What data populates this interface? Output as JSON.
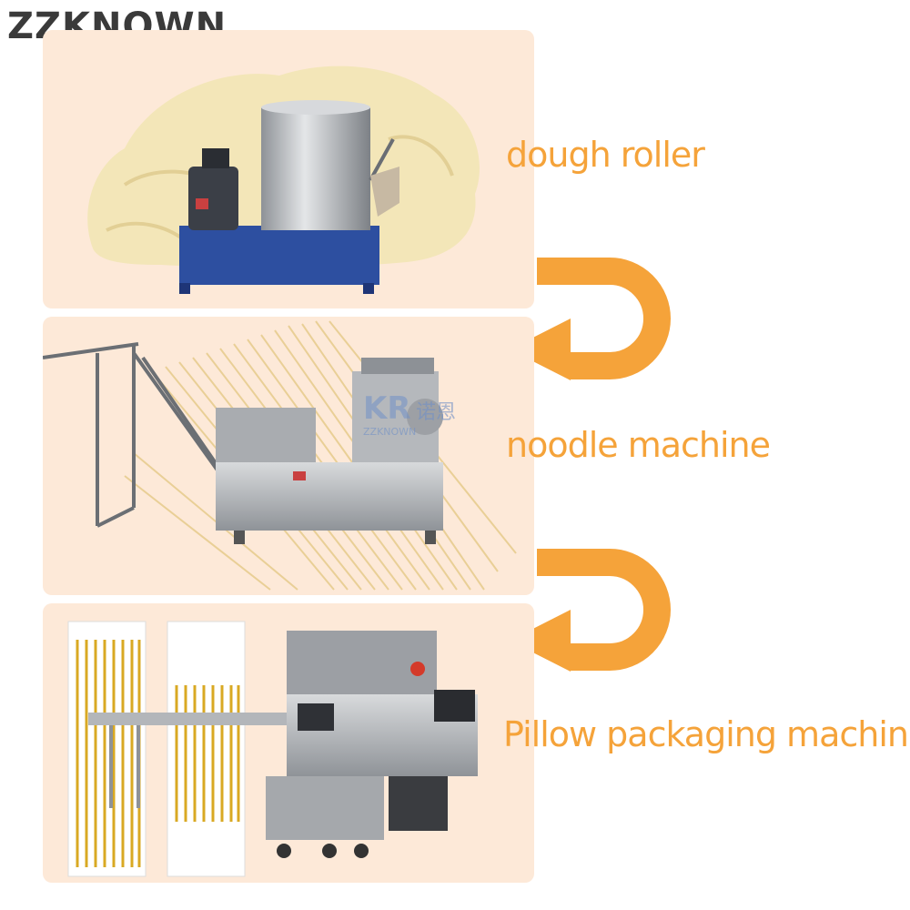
{
  "brand": {
    "logo_text": "ZZKNOWN"
  },
  "steps": [
    {
      "label": "dough roller",
      "icon": "dough-mixer-machine"
    },
    {
      "label": "noodle machine",
      "icon": "noodle-making-machine"
    },
    {
      "label": "Pillow packaging machine",
      "icon": "pillow-packaging-machine"
    }
  ],
  "watermark": {
    "brand_cn": "诺恩",
    "brand_en": "ZZKNOWN"
  },
  "colors": {
    "accent": "#f5a33a",
    "panel_bg": "#fde9d8",
    "logo": "#3a3a3a"
  }
}
